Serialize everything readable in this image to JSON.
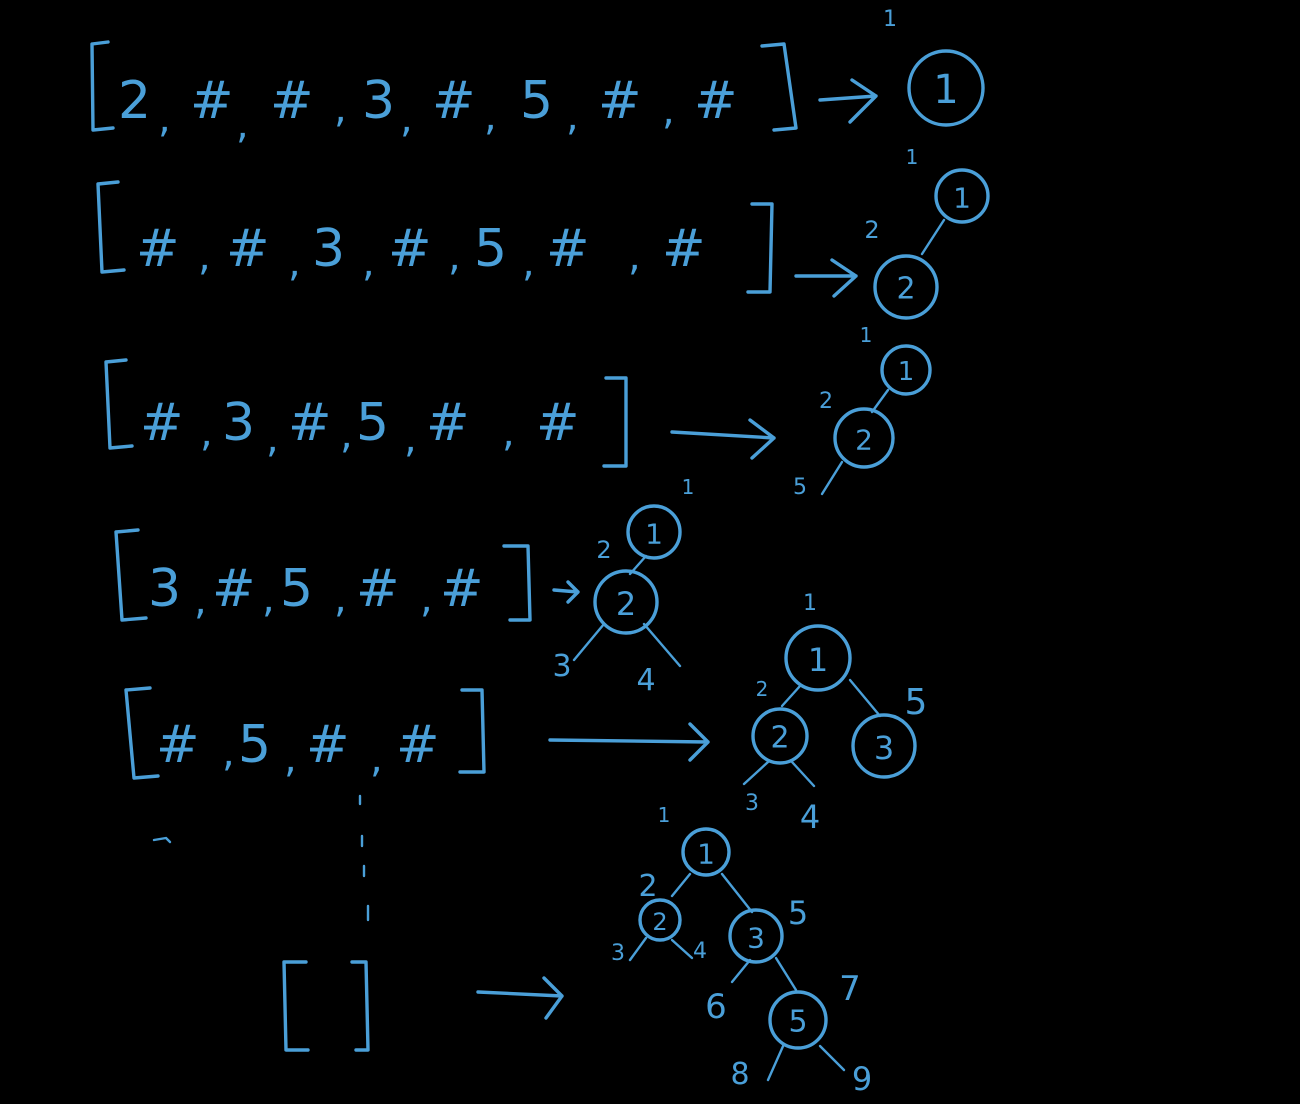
{
  "steps": [
    {
      "list": [
        "2",
        "#",
        "#",
        "3",
        "#",
        "5",
        "#",
        "#"
      ],
      "tree": {
        "nodes": [
          {
            "id": "1",
            "text": "1",
            "label": "1"
          }
        ]
      }
    },
    {
      "list": [
        "#",
        "#",
        "3",
        "#",
        "5",
        "#",
        "#"
      ],
      "tree": {
        "nodes": [
          {
            "id": "1",
            "text": "1",
            "label": "1"
          },
          {
            "id": "2",
            "text": "2",
            "label": "2"
          }
        ],
        "pending_labels": []
      }
    },
    {
      "list": [
        "#",
        "3",
        "#",
        "5",
        "#",
        "#"
      ],
      "tree": {
        "nodes": [
          {
            "id": "1",
            "text": "1",
            "label": "1"
          },
          {
            "id": "2",
            "text": "2",
            "label": "2"
          }
        ],
        "pending_labels": [
          "5"
        ]
      }
    },
    {
      "list": [
        "3",
        "#",
        "5",
        "#",
        "#"
      ],
      "tree": {
        "nodes": [
          {
            "id": "1",
            "text": "1",
            "label": "1"
          },
          {
            "id": "2",
            "text": "2",
            "label": "2"
          }
        ],
        "pending_labels": [
          "3",
          "4"
        ]
      }
    },
    {
      "list": [
        "#",
        "5",
        "#",
        "#"
      ],
      "tree": {
        "nodes": [
          {
            "id": "1",
            "text": "1",
            "label": "1"
          },
          {
            "id": "2",
            "text": "2",
            "label": "2"
          },
          {
            "id": "3",
            "text": "3",
            "label": "5"
          }
        ],
        "pending_labels": [
          "3",
          "4"
        ]
      }
    },
    {
      "list": [],
      "tree": {
        "nodes": [
          {
            "id": "1",
            "text": "1",
            "label": "1"
          },
          {
            "id": "2",
            "text": "2",
            "label": "2"
          },
          {
            "id": "3",
            "text": "3",
            "label": "5"
          },
          {
            "id": "5",
            "text": "5",
            "label": "7"
          }
        ],
        "pending_labels": [
          "3",
          "4",
          "6",
          "8",
          "9"
        ]
      }
    }
  ]
}
